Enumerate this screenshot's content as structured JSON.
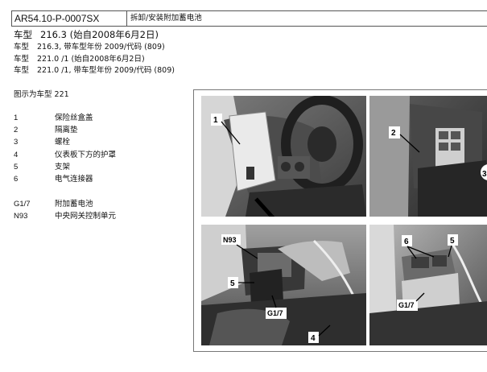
{
  "header": {
    "doc_id": "AR54.10-P-0007SX",
    "doc_title": "拆卸/安装附加蓄电池"
  },
  "model_lines": [
    {
      "label": "车型",
      "text": "216.3 (始自2008年6月2日)"
    },
    {
      "label": "车型",
      "text": "216.3, 带车型年份 2009/代码 (809)"
    },
    {
      "label": "车型",
      "text": "221.0 /1 (始自2008年6月2日)"
    },
    {
      "label": "车型",
      "text": "221.0 /1, 带车型年份 2009/代码 (809)"
    }
  ],
  "caption": "图示为车型 221",
  "legend": [
    {
      "key": "1",
      "value": "保险丝盒盖"
    },
    {
      "key": "2",
      "value": "隔离垫"
    },
    {
      "key": "3",
      "value": "螺栓"
    },
    {
      "key": "4",
      "value": "仪表板下方的护罩"
    },
    {
      "key": "5",
      "value": "支架"
    },
    {
      "key": "6",
      "value": "电气连接器"
    }
  ],
  "legend_components": [
    {
      "key": "G1/7",
      "value": "附加蓄电池"
    },
    {
      "key": "N93",
      "value": "中央网关控制单元"
    }
  ],
  "figure": {
    "callouts": {
      "p1_1": "1",
      "p2_2": "2",
      "p2_3": "3",
      "p3_n93": "N93",
      "p3_5": "5",
      "p3_g17": "G1/7",
      "p3_4": "4",
      "p4_6": "6",
      "p4_5": "5",
      "p4_g17": "G1/7"
    }
  }
}
